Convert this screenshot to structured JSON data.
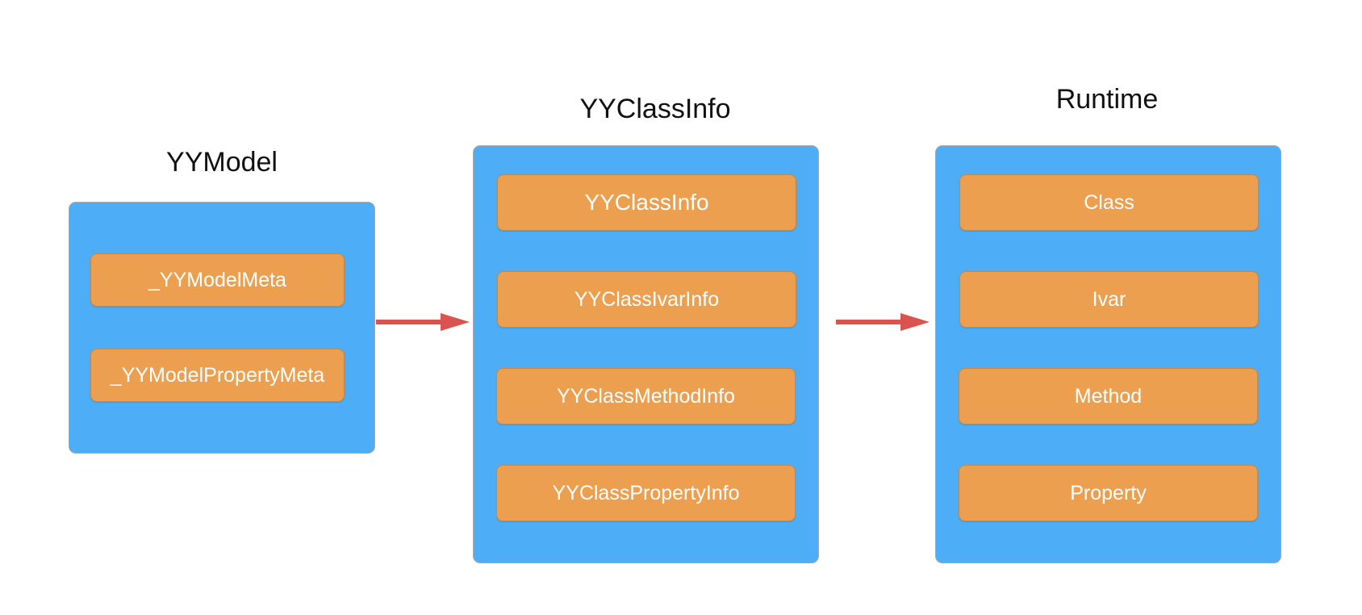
{
  "groups": {
    "yymodel": {
      "title": "YYModel",
      "items": [
        "_YYModelMeta",
        "_YYModelPropertyMeta"
      ]
    },
    "yyclassinfo": {
      "title": "YYClassInfo",
      "items": [
        "YYClassInfo",
        "YYClassIvarInfo",
        "YYClassMethodInfo",
        "YYClassPropertyInfo"
      ]
    },
    "runtime": {
      "title": "Runtime",
      "items": [
        "Class",
        "Ivar",
        "Method",
        "Property"
      ]
    }
  },
  "colors": {
    "panel": "#4dadf7",
    "item": "#eb9f4f",
    "arrow": "#d9534f"
  }
}
